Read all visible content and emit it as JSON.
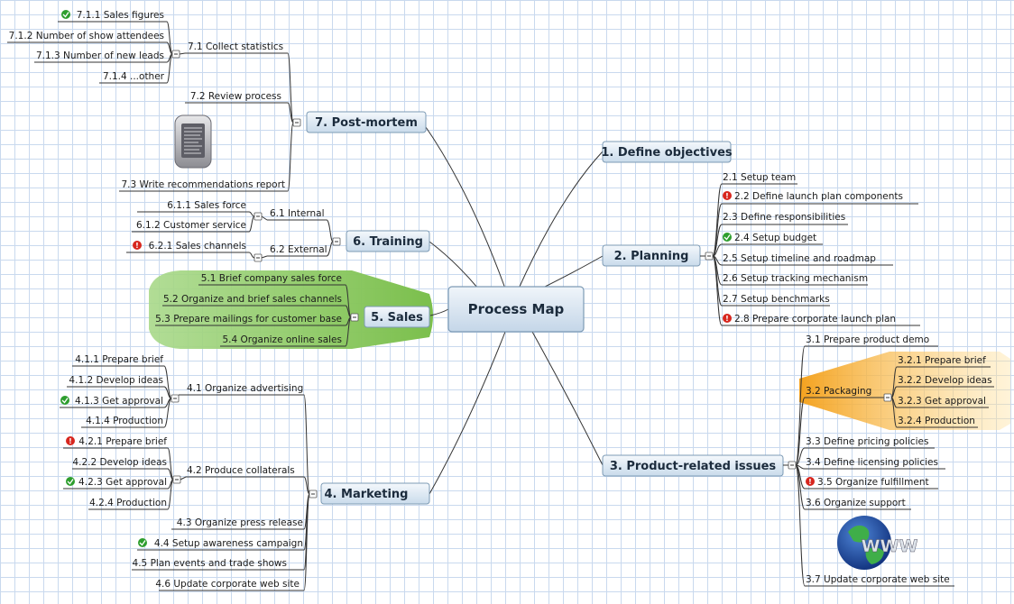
{
  "central": {
    "label": "Process Map"
  },
  "topics": [
    {
      "id": "t1",
      "label": "1. Define objectives",
      "children": []
    },
    {
      "id": "t2",
      "label": "2. Planning",
      "children": [
        {
          "label": "2.1  Setup team",
          "marker": ""
        },
        {
          "label": "2.2  Define launch plan components",
          "marker": "red"
        },
        {
          "label": "2.3  Define responsibilities",
          "marker": ""
        },
        {
          "label": "2.4  Setup budget",
          "marker": "green"
        },
        {
          "label": "2.5  Setup timeline and roadmap",
          "marker": ""
        },
        {
          "label": "2.6  Setup tracking mechanism",
          "marker": ""
        },
        {
          "label": "2.7  Setup benchmarks",
          "marker": ""
        },
        {
          "label": "2.8  Prepare corporate launch plan",
          "marker": "red"
        }
      ]
    },
    {
      "id": "t3",
      "label": "3. Product-related issues",
      "children": [
        {
          "label": "3.1  Prepare product demo",
          "marker": ""
        },
        {
          "label": "3.2  Packaging",
          "marker": "",
          "highlight": "orange",
          "children": [
            {
              "label": "3.2.1  Prepare brief",
              "marker": ""
            },
            {
              "label": "3.2.2  Develop ideas",
              "marker": ""
            },
            {
              "label": "3.2.3  Get approval",
              "marker": ""
            },
            {
              "label": "3.2.4  Production",
              "marker": ""
            }
          ]
        },
        {
          "label": "3.3  Define pricing policies",
          "marker": ""
        },
        {
          "label": "3.4  Define licensing policies",
          "marker": ""
        },
        {
          "label": "3.5  Organize fulfillment",
          "marker": "red"
        },
        {
          "label": "3.6  Organize support",
          "marker": ""
        },
        {
          "label": "3.7  Update corporate web site",
          "marker": "",
          "image": "globe-www-icon",
          "image_text": "WWW"
        }
      ]
    },
    {
      "id": "t4",
      "label": "4. Marketing",
      "children": [
        {
          "label": "4.1  Organize advertising",
          "marker": "",
          "children": [
            {
              "label": "4.1.1  Prepare brief",
              "marker": ""
            },
            {
              "label": "4.1.2  Develop ideas",
              "marker": ""
            },
            {
              "label": "4.1.3  Get approval",
              "marker": "green"
            },
            {
              "label": "4.1.4  Production",
              "marker": ""
            }
          ]
        },
        {
          "label": "4.2  Produce collaterals",
          "marker": "",
          "children": [
            {
              "label": "4.2.1  Prepare brief",
              "marker": "red"
            },
            {
              "label": "4.2.2  Develop ideas",
              "marker": ""
            },
            {
              "label": "4.2.3  Get approval",
              "marker": "green"
            },
            {
              "label": "4.2.4  Production",
              "marker": ""
            }
          ]
        },
        {
          "label": "4.3  Organize press release",
          "marker": ""
        },
        {
          "label": "4.4  Setup awareness campaign",
          "marker": "green"
        },
        {
          "label": "4.5  Plan events and trade shows",
          "marker": ""
        },
        {
          "label": "4.6  Update corporate web site",
          "marker": ""
        }
      ]
    },
    {
      "id": "t5",
      "label": "5. Sales",
      "highlight": "green",
      "children": [
        {
          "label": "5.1  Brief company sales force",
          "marker": ""
        },
        {
          "label": "5.2  Organize and brief sales channels",
          "marker": ""
        },
        {
          "label": "5.3  Prepare mailings for customer base",
          "marker": ""
        },
        {
          "label": "5.4  Organize online sales",
          "marker": ""
        }
      ]
    },
    {
      "id": "t6",
      "label": "6. Training",
      "children": [
        {
          "label": "6.1  Internal",
          "marker": "",
          "children": [
            {
              "label": "6.1.1  Sales force",
              "marker": ""
            },
            {
              "label": "6.1.2  Customer service",
              "marker": ""
            }
          ]
        },
        {
          "label": "6.2  External",
          "marker": "",
          "children": [
            {
              "label": "6.2.1  Sales channels",
              "marker": "red"
            }
          ]
        }
      ]
    },
    {
      "id": "t7",
      "label": "7. Post-mortem",
      "children": [
        {
          "label": "7.1  Collect statistics",
          "marker": "",
          "children": [
            {
              "label": "7.1.1  Sales figures",
              "marker": "green"
            },
            {
              "label": "7.1.2  Number of show attendees",
              "marker": ""
            },
            {
              "label": "7.1.3  Number of new leads",
              "marker": ""
            },
            {
              "label": "7.1.4  ...other",
              "marker": ""
            }
          ]
        },
        {
          "label": "7.2  Review process",
          "marker": ""
        },
        {
          "label": "7.3  Write recommendations report",
          "marker": "",
          "image": "document-icon"
        }
      ]
    }
  ],
  "colors": {
    "marker_green": "#2e9e2e",
    "marker_red": "#d7261e",
    "highlight_green": "#8cc85a",
    "highlight_orange": "#f4a522",
    "topic_fill": "#dbe7f2",
    "topic_stroke": "#7d9bb5"
  }
}
